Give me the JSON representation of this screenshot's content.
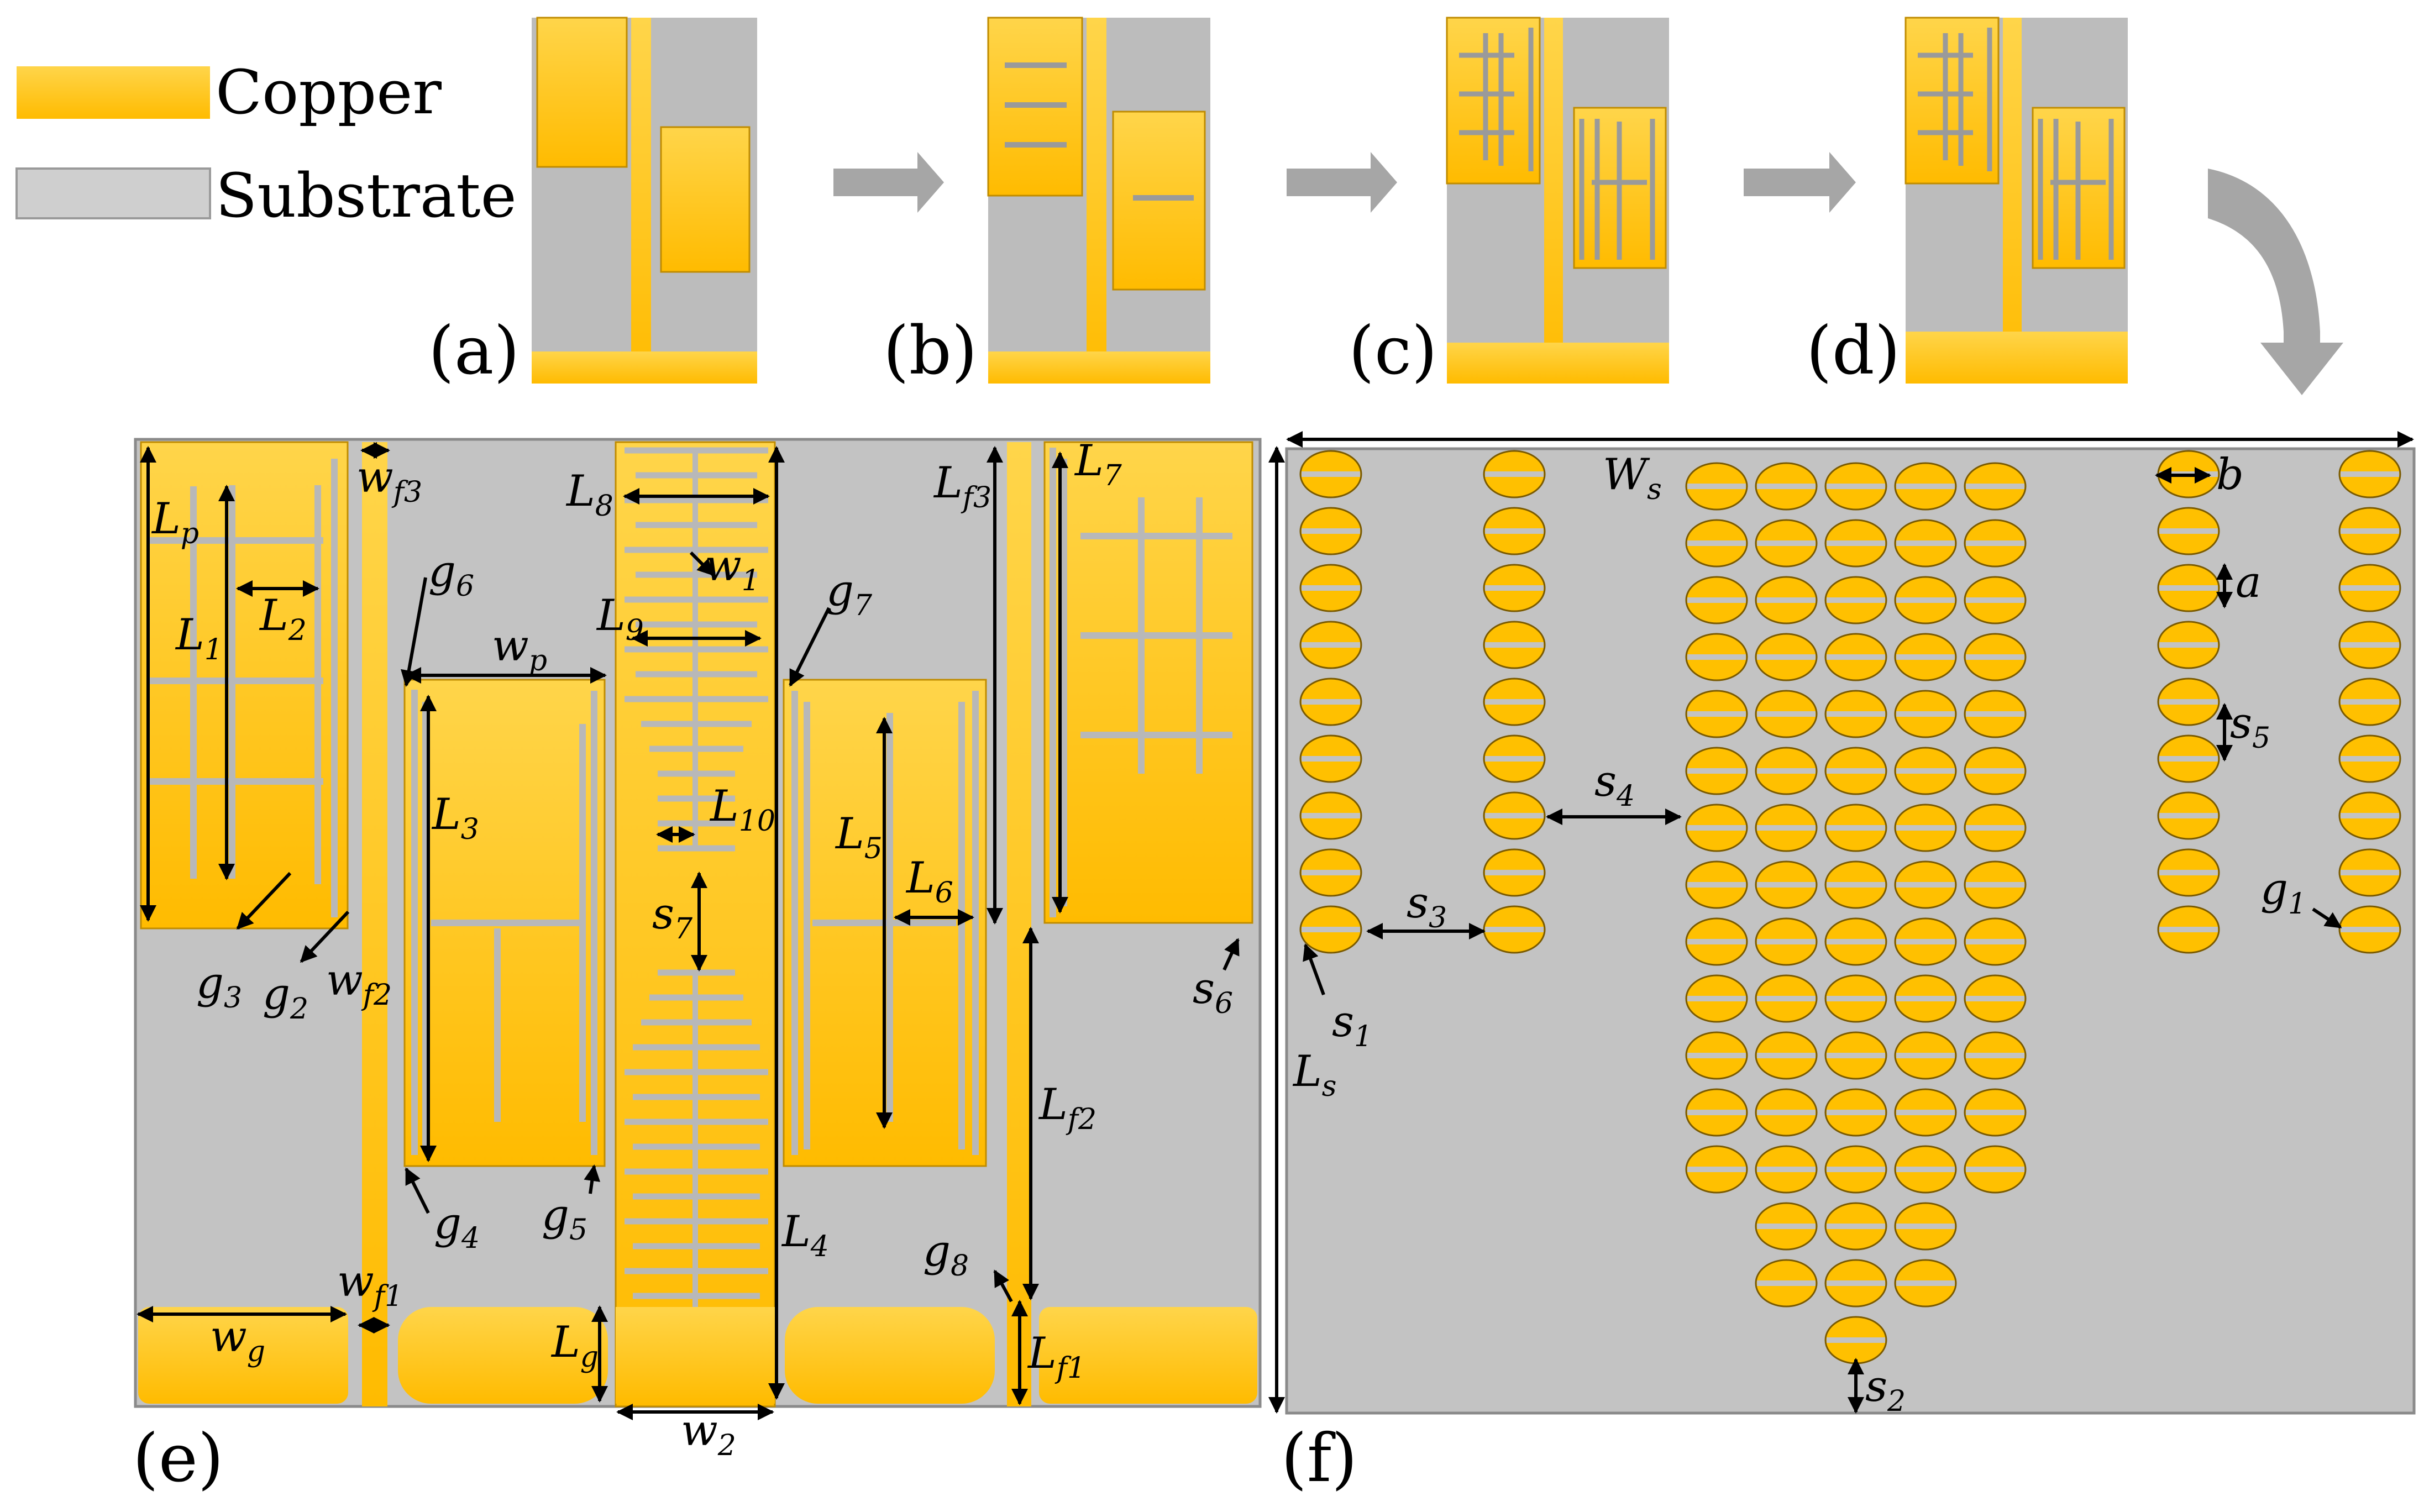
{
  "colors": {
    "copper": "#ffc000",
    "copper_edge": "#c08c00",
    "substrate": "#c3c3c3",
    "substrate_light": "#d9d9d9",
    "arrow_gray": "#a6a6a6",
    "line": "#000000"
  },
  "legend": {
    "copper": "Copper",
    "substrate": "Substrate"
  },
  "steps": [
    "(a)",
    "(b)",
    "(c)",
    "(d)"
  ],
  "panels": {
    "e": "(e)",
    "f": "(f)"
  },
  "dimensions_e": {
    "Lp": "L",
    "Lp_sub": "p",
    "L1": "L",
    "L1_sub": "1",
    "L2": "L",
    "L2_sub": "2",
    "L3": "L",
    "L3_sub": "3",
    "L4": "L",
    "L4_sub": "4",
    "L5": "L",
    "L5_sub": "5",
    "L6": "L",
    "L6_sub": "6",
    "L7": "L",
    "L7_sub": "7",
    "L8": "L",
    "L8_sub": "8",
    "L9": "L",
    "L9_sub": "9",
    "L10": "L",
    "L10_sub": "10",
    "Lf1": "L",
    "Lf1_sub": "f1",
    "Lf2": "L",
    "Lf2_sub": "f2",
    "Lf3": "L",
    "Lf3_sub": "f3",
    "Lg": "L",
    "Lg_sub": "g",
    "wf1": "w",
    "wf1_sub": "f1",
    "wf2": "w",
    "wf2_sub": "f2",
    "wf3": "w",
    "wf3_sub": "f3",
    "wp": "w",
    "wp_sub": "p",
    "wg": "w",
    "wg_sub": "g",
    "w1": "w",
    "w1_sub": "1",
    "w2": "w",
    "w2_sub": "2",
    "g2": "g",
    "g2_sub": "2",
    "g3": "g",
    "g3_sub": "3",
    "g4": "g",
    "g4_sub": "4",
    "g5": "g",
    "g5_sub": "5",
    "g6": "g",
    "g6_sub": "6",
    "g7": "g",
    "g7_sub": "7",
    "g8": "g",
    "g8_sub": "8",
    "s6": "s",
    "s6_sub": "6",
    "s7": "s",
    "s7_sub": "7"
  },
  "dimensions_f": {
    "Ws": "W",
    "Ws_sub": "s",
    "Ls": "L",
    "Ls_sub": "s",
    "a": "a",
    "b": "b",
    "g1": "g",
    "g1_sub": "1",
    "s1": "s",
    "s1_sub": "1",
    "s2": "s",
    "s2_sub": "2",
    "s3": "s",
    "s3_sub": "3",
    "s4": "s",
    "s4_sub": "4",
    "s5": "s",
    "s5_sub": "5"
  }
}
